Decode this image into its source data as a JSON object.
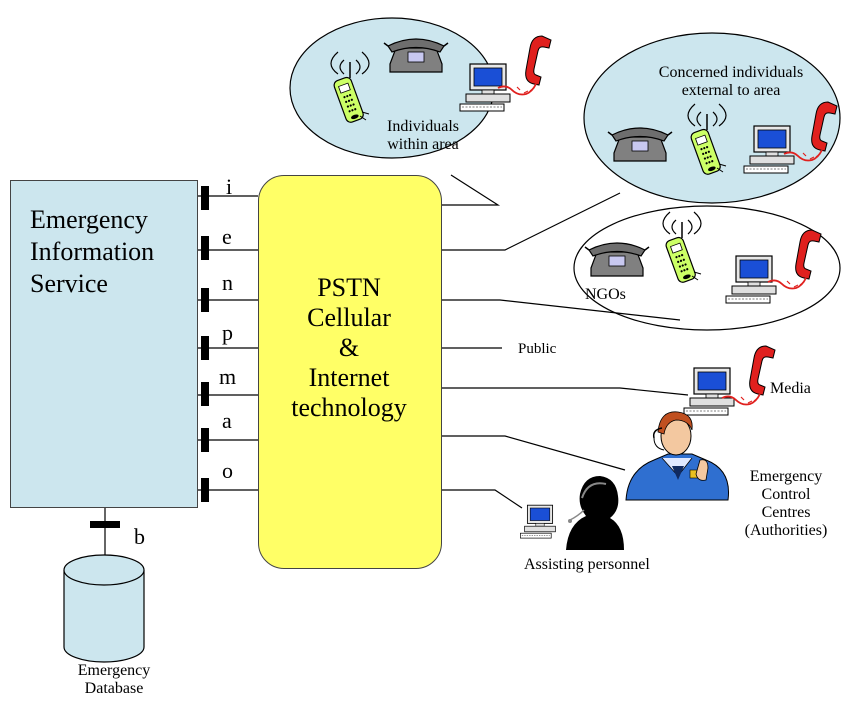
{
  "eis": {
    "lines": [
      "Emergency",
      "Information",
      "Service"
    ]
  },
  "network": {
    "lines": [
      "PSTN",
      "Cellular",
      "&",
      "Internet",
      "technology"
    ]
  },
  "interfaces": [
    "i",
    "e",
    "n",
    "p",
    "m",
    "a",
    "o"
  ],
  "db_interface": "b",
  "database": {
    "lines": [
      "Emergency",
      "Database"
    ]
  },
  "labels": {
    "within_area": [
      "Individuals",
      "within area"
    ],
    "external": [
      "Concerned individuals",
      "external to area"
    ],
    "ngos": "NGOs",
    "public": "Public",
    "media": "Media",
    "control_centres": [
      "Emergency",
      "Control",
      "Centres",
      "(Authorities)"
    ],
    "assisting": "Assisting personnel"
  },
  "colors": {
    "eis_fill": "#cce6ee",
    "network_fill": "#ffff66",
    "ellipse_fill": "#cce6ee",
    "database_fill": "#cce6ee",
    "phone_red": "#e0201e",
    "monitor_blue": "#1a4fd6",
    "phone_grey": "#808080",
    "handset_green": "#ccff66"
  },
  "icons": [
    "cellphone-icon",
    "desk-phone-icon",
    "computer-icon",
    "red-handset-icon",
    "server-tower-icon",
    "police-officer-icon",
    "headset-person-icon",
    "database-cylinder-icon"
  ]
}
